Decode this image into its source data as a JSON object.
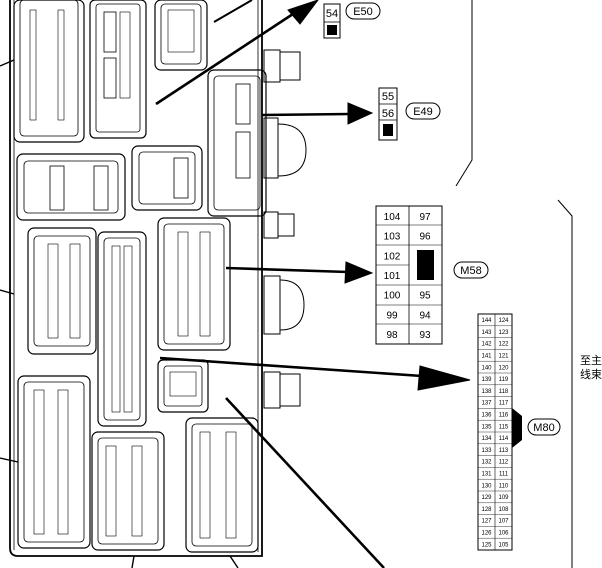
{
  "connectors": {
    "e50": {
      "label": "E50",
      "pins": [
        "54"
      ]
    },
    "e49": {
      "label": "E49",
      "pins": [
        "55",
        "56"
      ]
    },
    "m58": {
      "label": "M58",
      "pins": [
        [
          "104",
          "97"
        ],
        [
          "103",
          "96"
        ],
        [
          "102",
          ""
        ],
        [
          "101",
          ""
        ],
        [
          "100",
          "95"
        ],
        [
          "99",
          "94"
        ],
        [
          "98",
          "93"
        ]
      ]
    },
    "m80": {
      "label": "M80",
      "pins": [
        [
          "144",
          "124"
        ],
        [
          "143",
          "123"
        ],
        [
          "142",
          "122"
        ],
        [
          "141",
          "121"
        ],
        [
          "140",
          "120"
        ],
        [
          "139",
          "119"
        ],
        [
          "138",
          "118"
        ],
        [
          "137",
          "117"
        ],
        [
          "136",
          "116"
        ],
        [
          "135",
          "115"
        ],
        [
          "134",
          "114"
        ],
        [
          "133",
          "113"
        ],
        [
          "132",
          "112"
        ],
        [
          "131",
          "111"
        ],
        [
          "130",
          "110"
        ],
        [
          "129",
          "109"
        ],
        [
          "128",
          "108"
        ],
        [
          "127",
          "107"
        ],
        [
          "126",
          "106"
        ],
        [
          "125",
          "105"
        ]
      ]
    }
  },
  "harness_label": [
    "至主",
    "线束"
  ]
}
